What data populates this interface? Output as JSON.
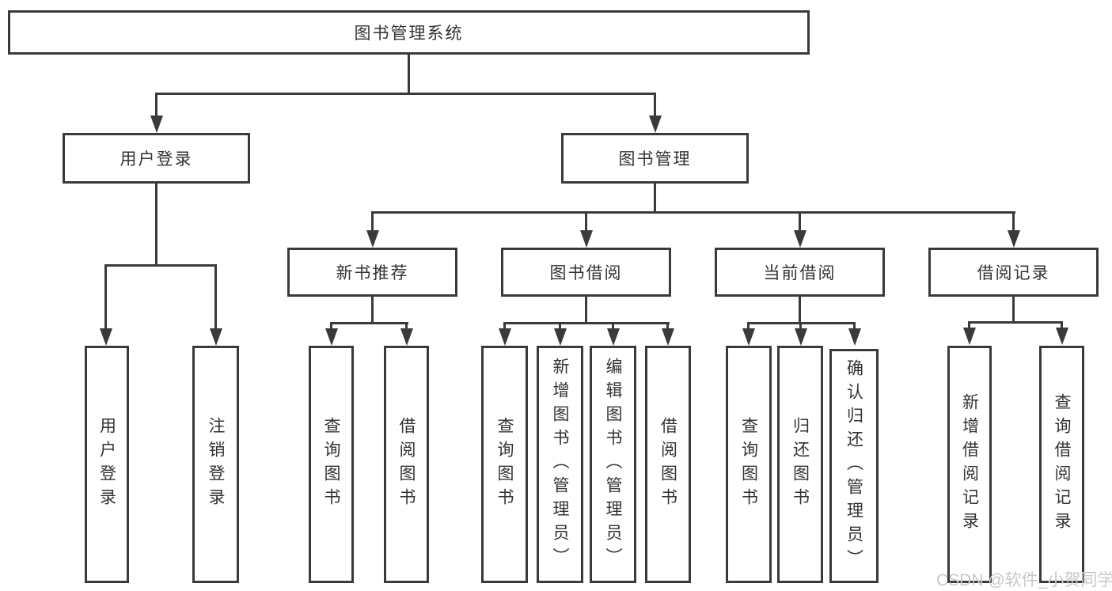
{
  "nodes": {
    "root": "图书管理系统",
    "user_login": "用户登录",
    "book_mgmt": "图书管理",
    "new_book_rec": "新书推荐",
    "book_borrow": "图书借阅",
    "current_borrow": "当前借阅",
    "borrow_record": "借阅记录",
    "leaf_user_login": "用户登录",
    "leaf_logout": "注销登录",
    "leaf_rec_query": "查询图书",
    "leaf_rec_borrow": "借阅图书",
    "leaf_bb_query": "查询图书",
    "leaf_bb_add": "新增图书（管理员）",
    "leaf_bb_edit": "编辑图书（管理员）",
    "leaf_bb_borrow": "借阅图书",
    "leaf_cb_query": "查询图书",
    "leaf_cb_return": "归还图书",
    "leaf_cb_confirm": "确认归还（管理员）",
    "leaf_br_add": "新增借阅记录",
    "leaf_br_query": "查询借阅记录"
  },
  "watermark": {
    "text": "CSDN @软件_小贺同学"
  },
  "colors": {
    "line": "#3a3a3a",
    "text": "#333333",
    "background": "#ffffff",
    "watermark": "#c8c8c8"
  }
}
